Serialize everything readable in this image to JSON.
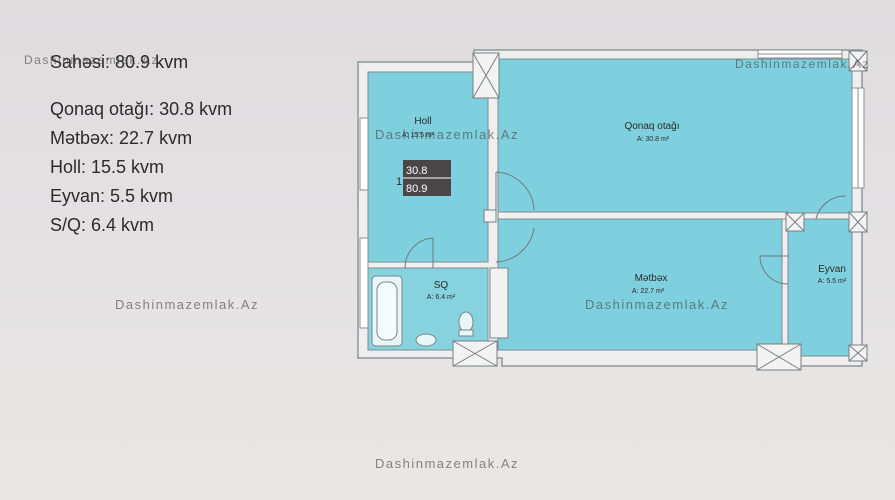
{
  "specs": {
    "total": "Sahəsi: 80.9 kvm",
    "rows": [
      "Qonaq otağı: 30.8 kvm",
      "Mətbəx: 22.7 kvm",
      "Holl: 15.5 kvm",
      "Eyvan: 5.5 kvm",
      "S/Q: 6.4 kvm"
    ]
  },
  "plan": {
    "holl": {
      "name": "Holl",
      "area": "A: 15.5 m²"
    },
    "qonaq": {
      "name": "Qonaq otağı",
      "area": "A: 30.8 m²"
    },
    "sq": {
      "name": "SQ",
      "area": "A: 6.4 m²"
    },
    "metbex": {
      "name": "Mətbəx",
      "area": "A: 22.7 m²"
    },
    "eyvan": {
      "name": "Eyvan",
      "area": "A: 5.5 m²"
    },
    "badge": {
      "rooms": "1",
      "living": "30.8",
      "total": "80.9"
    }
  },
  "watermark": {
    "text": "Dashinmazemlak.Az",
    "text_top_left": "Dashinmazemlak.Az"
  },
  "colors": {
    "room_fill": "#7fd0de",
    "wall": "#eeeeee",
    "badge": "#4a4546"
  }
}
